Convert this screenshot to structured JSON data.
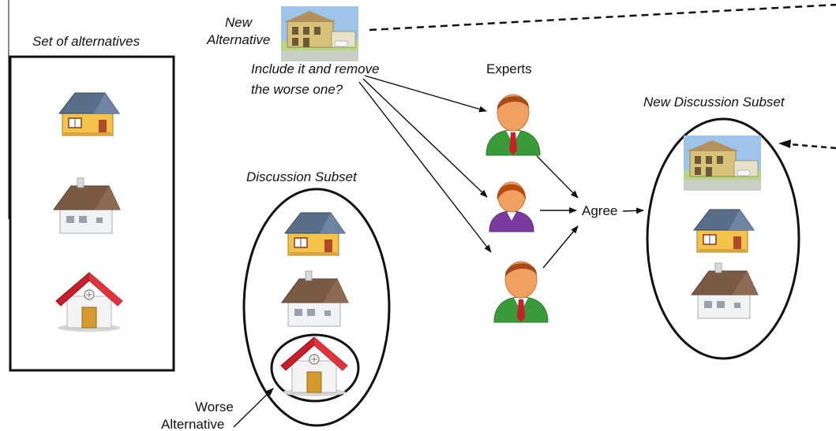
{
  "labels": {
    "set_title": "Set  of alternatives",
    "new_alt_line1": "New",
    "new_alt_line2": "Alternative",
    "question_line1": "Include it and remove",
    "question_line2": "the worse one?",
    "experts": "Experts",
    "discussion_subset": "Discussion Subset",
    "new_discussion_subset": "New Discussion Subset",
    "agree": "Agree",
    "worse_line1": "Worse",
    "worse_line2": "Alternative"
  },
  "icons": {
    "bungalow": "house-yellow-icon",
    "cottage": "house-white-icon",
    "home": "house-red-roof-icon",
    "photo": "villa-photo-icon",
    "expert_male": "expert-male-icon",
    "expert_female": "expert-female-icon"
  },
  "colors": {
    "line": "#111111",
    "expert_green": "#3a9a3a",
    "expert_purple": "#7a3aa0",
    "roof_red": "#c8202a",
    "roof_brown": "#7a5a44",
    "roof_slate": "#5a6e8c",
    "wall_yellow": "#f2c24a"
  }
}
